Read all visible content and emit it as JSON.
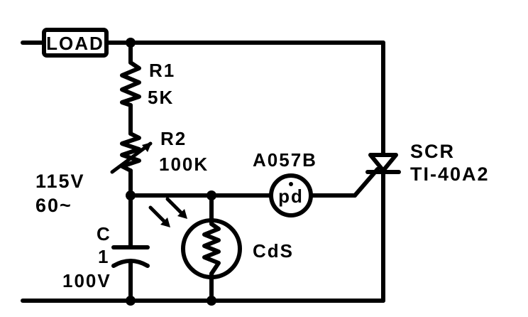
{
  "components": {
    "load": {
      "label": "LOAD"
    },
    "r1": {
      "name": "R1",
      "value": "5K"
    },
    "r2": {
      "name": "R2",
      "value": "100K"
    },
    "source": {
      "voltage": "115V",
      "frequency": "60~"
    },
    "capacitor": {
      "name": "C",
      "value": "1",
      "rating": "100V"
    },
    "neon": {
      "part": "A057B",
      "symbol": "pd"
    },
    "photocell": {
      "label": "CdS"
    },
    "scr": {
      "name": "SCR",
      "part": "TI-40A2"
    }
  }
}
